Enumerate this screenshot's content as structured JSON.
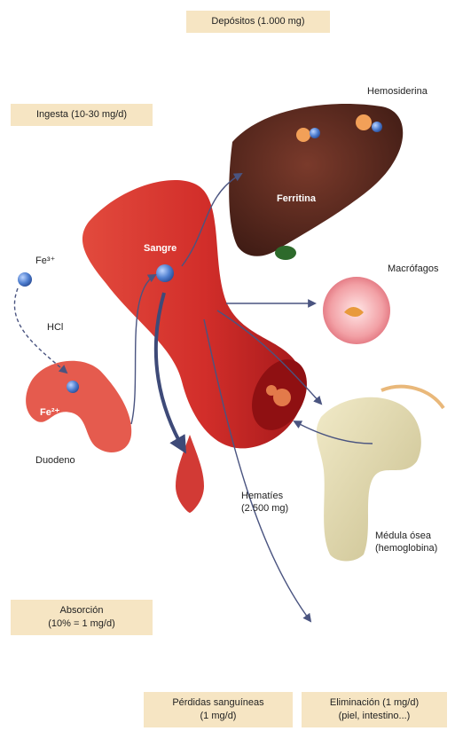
{
  "boxes": {
    "depositos": "Depósitos (1.000 mg)",
    "ingesta": "Ingesta (10-30 mg/d)",
    "absorcion_line1": "Absorción",
    "absorcion_line2": "(10% = 1 mg/d)",
    "perdidas_line1": "Pérdidas sanguíneas",
    "perdidas_line2": "(1 mg/d)",
    "eliminacion_line1": "Eliminación (1 mg/d)",
    "eliminacion_line2": "(piel, intestino...)"
  },
  "labels": {
    "hemosiderina": "Hemosiderina",
    "ferritina": "Ferritina",
    "sangre": "Sangre",
    "macrofagos": "Macrófagos",
    "fe3": "Fe³⁺",
    "hcl": "HCl",
    "fe2": "Fe²⁺",
    "duodeno": "Duodeno",
    "hematies_line1": "Hematíes",
    "hematies_line2": "(2.500 mg)",
    "medula_line1": "Médula ósea",
    "medula_line2": "(hemoglobina)"
  },
  "colors": {
    "box_fill": "#f6e5c3",
    "vessel": "#cc2b2b",
    "liver": "#5e2a1f",
    "arrow": "#4a5480",
    "iron_dot": "#4f7fd0"
  }
}
